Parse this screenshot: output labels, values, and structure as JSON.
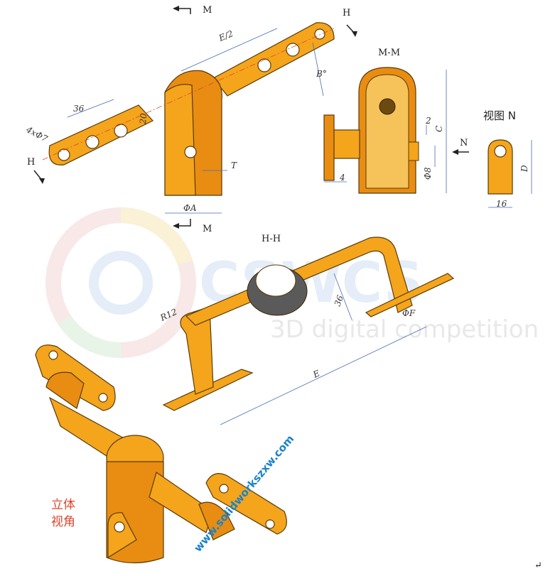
{
  "section_marks": {
    "m_top": "M",
    "m_bottom": "M",
    "h_top": "H",
    "h_left": "H",
    "n_arrow": "N"
  },
  "views": {
    "mm_title": "M-M",
    "hh_title": "H-H",
    "n_title": "视图 N",
    "iso_title_line1": "立体",
    "iso_title_line2": "视角"
  },
  "dimensions": {
    "e_half": "E/2",
    "b_deg": "B°",
    "d36_a": "36",
    "d20": "20",
    "holes": "4xΦ7",
    "t": "T",
    "phi_a": "ΦA",
    "c": "C",
    "d2": "2",
    "phi8": "Φ8",
    "d4": "4",
    "d": "D",
    "d16": "16",
    "r12": "R12",
    "d36_b": "36",
    "phi_f": "ΦF",
    "e": "E"
  },
  "watermark": {
    "brand": "CSWCS",
    "tagline": "3D digital competition",
    "url": "www.solidworkszxw.com"
  },
  "corner_mark": "↵",
  "colors": {
    "part_fill": "#f4a51c",
    "part_shadow": "#e88d12",
    "dimension_line": "#4a6cb3",
    "centerline": "#e0452a",
    "url_text": "#1a82c8"
  }
}
